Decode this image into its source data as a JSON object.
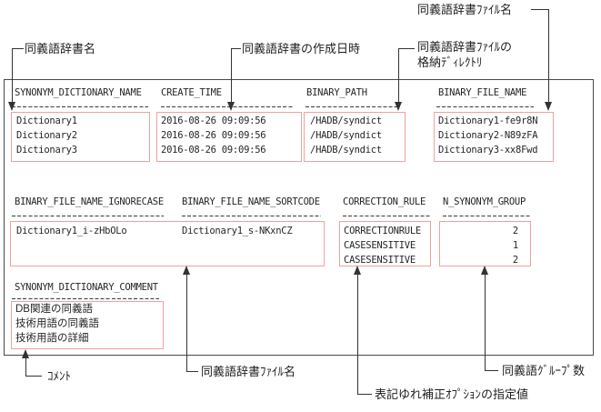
{
  "colors": {
    "highlight_border": "#f1a29c",
    "connector": "#333333",
    "frame": "#4a4a4a"
  },
  "annotations": {
    "dictionary_name": "同義語辞書名",
    "create_time": "同義語辞書の作成日時",
    "storage_dir_line1": "同義語辞書ﾌｧｲﾙの",
    "storage_dir_line2": "格納ﾃﾞｨﾚｸﾄﾘ",
    "file_name_top": "同義語辞書ﾌｧｲﾙ名",
    "comment": "ｺﾒﾝﾄ",
    "file_name_bottom": "同義語辞書ﾌｧｲﾙ名",
    "correction_option": "表記ゆれ補正ｵﾌﾟｼｮﾝの指定値",
    "synonym_group_count": "同義語ｸﾞﾙｰﾌﾟ数"
  },
  "table": {
    "section1": {
      "columns": [
        {
          "header": "SYNONYM_DICTIONARY_NAME",
          "values": [
            "Dictionary1",
            "Dictionary2",
            "Dictionary3"
          ]
        },
        {
          "header": "CREATE_TIME",
          "values": [
            "2016-08-26 09:09:56",
            "2016-08-26 09:09:56",
            "2016-08-26 09:09:56"
          ]
        },
        {
          "header": "BINARY_PATH",
          "values": [
            "/HADB/syndict",
            "/HADB/syndict",
            "/HADB/syndict"
          ]
        },
        {
          "header": "BINARY_FILE_NAME",
          "values": [
            "Dictionary1-fe9r8N",
            "Dictionary2-N89zFA",
            "Dictionary3-xx8Fwd"
          ]
        }
      ]
    },
    "section2": {
      "columns": [
        {
          "header": "BINARY_FILE_NAME_IGNORECASE",
          "values": [
            "Dictionary1_i-zHbOLo"
          ]
        },
        {
          "header": "BINARY_FILE_NAME_SORTCODE",
          "values": [
            "Dictionary1_s-NKxnCZ"
          ]
        },
        {
          "header": "CORRECTION_RULE",
          "values": [
            "CORRECTIONRULE",
            "CASESENSITIVE",
            "CASESENSITIVE"
          ]
        },
        {
          "header": "N_SYNONYM_GROUP",
          "values": [
            "2",
            "1",
            "2"
          ]
        }
      ]
    },
    "section3": {
      "columns": [
        {
          "header": "SYNONYM_DICTIONARY_COMMENT",
          "values": [
            "DB関連の同義語",
            "技術用語の同義語",
            "技術用語の詳細"
          ]
        }
      ]
    }
  }
}
